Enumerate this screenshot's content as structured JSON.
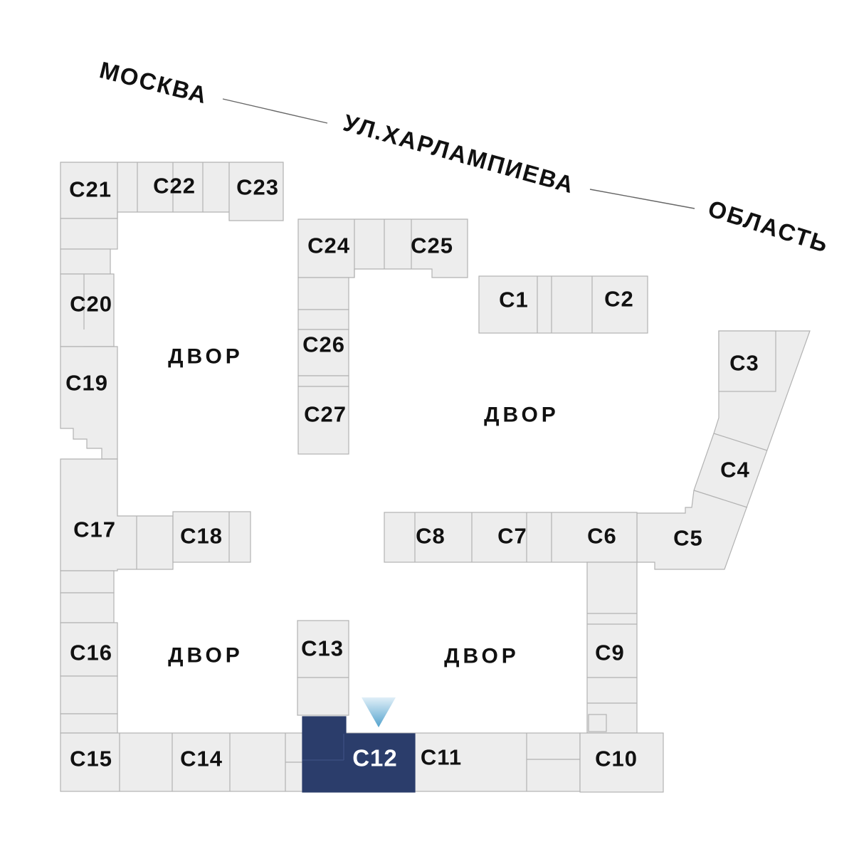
{
  "streets": {
    "city": "МОСКВА",
    "street": "УЛ.ХАРЛАМПИЕВА",
    "region": "ОБЛАСТЬ"
  },
  "courtyard_label": "ДВОР",
  "selected_building": "С12",
  "buildings": {
    "c1": "С1",
    "c2": "С2",
    "c3": "С3",
    "c4": "С4",
    "c5": "С5",
    "c6": "С6",
    "c7": "С7",
    "c8": "С8",
    "c9": "С9",
    "c10": "С10",
    "c11": "С11",
    "c12": "С12",
    "c13": "С13",
    "c14": "С14",
    "c15": "С15",
    "c16": "С16",
    "c17": "С17",
    "c18": "С18",
    "c19": "С19",
    "c20": "С20",
    "c21": "С21",
    "c22": "С22",
    "c23": "С23",
    "c24": "С24",
    "c25": "С25",
    "c26": "С26",
    "c27": "С27"
  },
  "colors": {
    "building_fill": "#ededed",
    "building_stroke": "#b2b2b2",
    "selected_fill": "#2b3d6b",
    "selected_inner_line": "#3e5183",
    "selected_label_color": "#ffffff",
    "label_color": "#111111",
    "street_line": "#666666",
    "marker_top": "#e0eff8",
    "marker_bottom": "#54a3cd"
  }
}
